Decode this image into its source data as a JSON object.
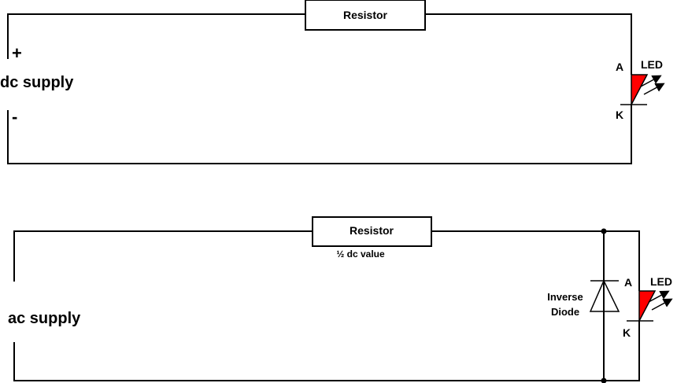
{
  "colors": {
    "wire": "#000000",
    "led_fill": "#ff0000",
    "background": "#ffffff"
  },
  "circuit_dc": {
    "resistor_label": "Resistor",
    "plus_sign": "+",
    "minus_sign": "-",
    "supply_label": "dc supply",
    "led_label": "LED",
    "anode_label": "A",
    "cathode_label": "K"
  },
  "circuit_ac": {
    "resistor_label": "Resistor",
    "resistor_note": "½ dc value",
    "supply_label": "ac supply",
    "diode_label_line1": "Inverse",
    "diode_label_line2": "Diode",
    "diode_anode_label": "A",
    "led_label": "LED",
    "led_cathode_label": "K"
  }
}
